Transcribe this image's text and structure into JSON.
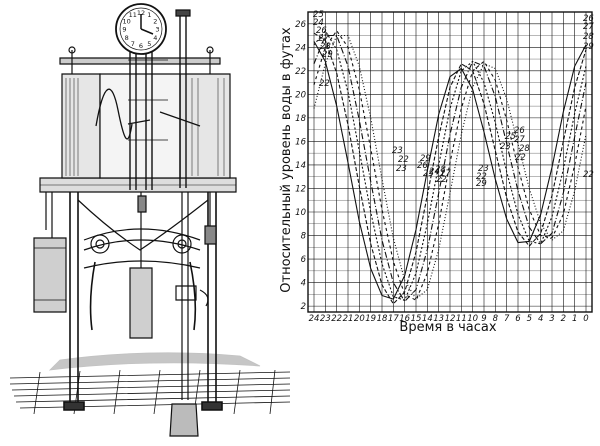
{
  "chart_data": {
    "type": "line",
    "title": "",
    "ylabel": "Относительный уровень воды в футах",
    "xlabel": "Время в часах",
    "x_ticks": [
      "24",
      "23",
      "22",
      "21",
      "20",
      "19",
      "18",
      "17",
      "16",
      "15",
      "14",
      "13",
      "12",
      "11",
      "10",
      "9",
      "8",
      "7",
      "6",
      "5",
      "4",
      "3",
      "2",
      "1",
      "0"
    ],
    "y_ticks": [
      "2",
      "4",
      "6",
      "8",
      "10",
      "12",
      "14",
      "16",
      "18",
      "20",
      "22",
      "24",
      "26"
    ],
    "ylim": [
      1.5,
      27
    ],
    "curve_labels_left": [
      "25",
      "24",
      "26",
      "27",
      "28",
      "29",
      "22"
    ],
    "curve_labels_right": [
      "26",
      "27",
      "28",
      "29",
      "22"
    ],
    "curve_labels_mid": [
      "23",
      "22",
      "23",
      "29",
      "26",
      "25",
      "24",
      "28",
      "27",
      "22",
      "23",
      "22",
      "29",
      "23",
      "25",
      "26",
      "27",
      "28",
      "22"
    ],
    "series": [
      {
        "values": [
          24.5,
          22.8,
          19.0,
          14.2,
          9.2,
          5.2,
          2.9,
          2.6,
          4.6,
          8.5,
          13.5,
          18.3,
          21.5,
          22.2,
          20.4,
          16.8,
          12.8,
          9.4,
          7.4,
          7.5,
          9.8,
          13.8,
          18.5,
          22.4,
          24.2
        ]
      },
      {
        "values": [
          25.2,
          24.6,
          21.8,
          17.4,
          12.2,
          7.3,
          3.8,
          2.2,
          3.2,
          6.6,
          11.4,
          16.4,
          20.6,
          22.6,
          22.0,
          19.2,
          15.2,
          11.2,
          8.3,
          7.1,
          8.2,
          11.4,
          16.0,
          20.6,
          23.8
        ]
      },
      {
        "values": [
          24.2,
          25.4,
          23.8,
          20.2,
          15.2,
          10.0,
          5.6,
          2.8,
          2.5,
          4.8,
          9.0,
          14.0,
          18.8,
          22.0,
          22.8,
          21.0,
          17.6,
          13.4,
          9.8,
          7.5,
          7.3,
          9.6,
          13.6,
          18.4,
          22.4
        ]
      },
      {
        "values": [
          22.6,
          25.0,
          25.0,
          22.4,
          17.8,
          12.6,
          7.6,
          4.0,
          2.4,
          3.4,
          6.8,
          11.6,
          16.6,
          20.6,
          22.8,
          22.4,
          19.8,
          15.8,
          11.8,
          8.7,
          7.3,
          8.2,
          11.6,
          16.4,
          21.0
        ]
      },
      {
        "values": [
          20.8,
          24.0,
          25.4,
          24.0,
          20.4,
          15.4,
          10.2,
          5.8,
          3.0,
          2.5,
          4.8,
          9.0,
          14.2,
          18.8,
          22.0,
          22.8,
          21.2,
          17.8,
          13.8,
          10.2,
          8.0,
          7.8,
          9.8,
          14.0,
          19.0
        ]
      },
      {
        "values": [
          18.8,
          22.6,
          25.0,
          25.0,
          22.4,
          18.0,
          12.8,
          7.8,
          4.2,
          2.6,
          3.4,
          6.8,
          11.6,
          16.6,
          20.6,
          22.6,
          22.2,
          19.6,
          15.8,
          12.0,
          9.0,
          7.6,
          8.4,
          11.8,
          16.6
        ]
      }
    ]
  },
  "instrument": {
    "clock_numerals": [
      "12",
      "1",
      "2",
      "3",
      "4",
      "5",
      "6",
      "7",
      "8",
      "9",
      "10",
      "11"
    ]
  }
}
